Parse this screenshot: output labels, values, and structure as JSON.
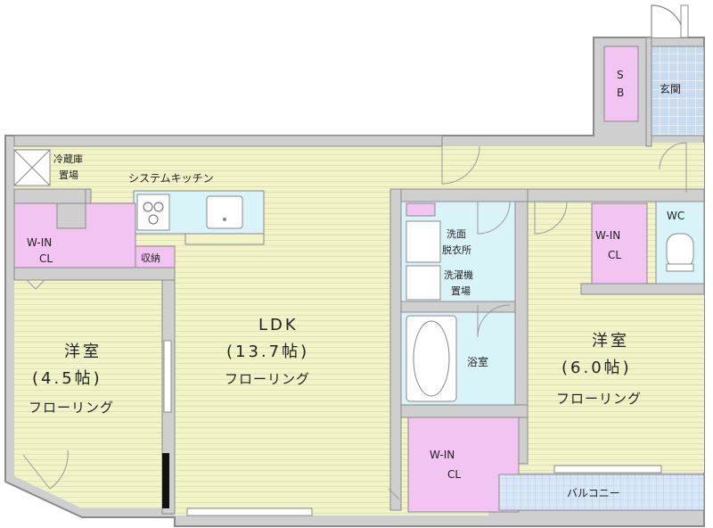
{
  "colors": {
    "floor": "#f3f3c8",
    "closet": "#f2c4f2",
    "bath": "#d9f4f8",
    "tile": "#c8dcef",
    "wall": "#8a8a8a",
    "wall_fill": "#cfcfcf"
  },
  "rooms": {
    "ldk": {
      "name": "LDK",
      "size": "(13.7帖)",
      "floor": "フローリング"
    },
    "western_a": {
      "name": "洋室",
      "size": "(4.5帖)",
      "floor": "フローリング"
    },
    "western_b": {
      "name": "洋室",
      "size": "(6.0帖)",
      "floor": "フローリング"
    },
    "entrance": "玄関",
    "shoe_box": {
      "line1": "S",
      "line2": "B"
    },
    "toilet": "WC",
    "fridge_line1": "冷蔵庫",
    "fridge_line2": "置場",
    "kitchen": "システムキッチン",
    "storage": "収納",
    "closet_left": {
      "line1": "W-IN",
      "line2": "CL"
    },
    "closet_right": {
      "line1": "W-IN",
      "line2": "CL"
    },
    "closet_bottom": {
      "line1": "W-IN",
      "line2": "CL"
    },
    "washroom_line1": "洗面",
    "washroom_line2": "脱衣所",
    "washer_line1": "洗濯機",
    "washer_line2": "置場",
    "bathroom": "浴室",
    "balcony": "バルコニー"
  }
}
